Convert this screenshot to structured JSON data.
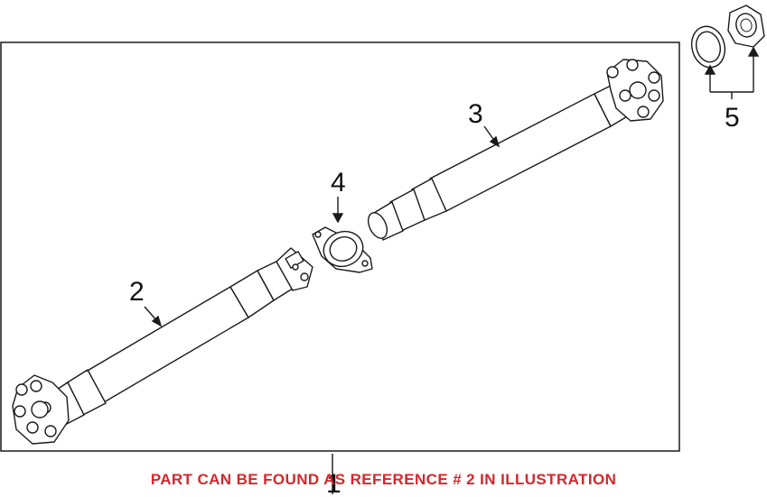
{
  "callouts": {
    "one": "1",
    "two": "2",
    "three": "3",
    "four": "4",
    "five": "5"
  },
  "caption": "PART CAN BE FOUND AS REFERENCE # 2 IN ILLUSTRATION",
  "colors": {
    "caption": "#d8262b",
    "line": "#1a1a1a",
    "background": "#ffffff"
  }
}
